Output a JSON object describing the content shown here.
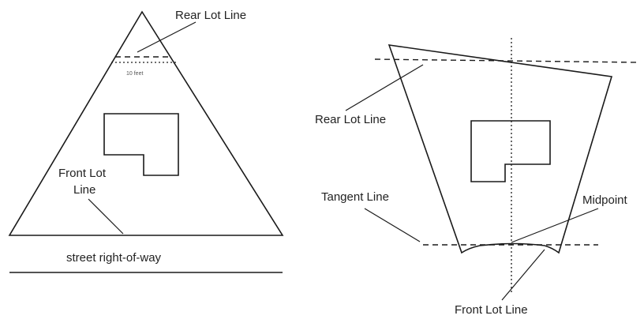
{
  "left_diagram": {
    "rear_lot_line_label": "Rear Lot Line",
    "setback_label": "10 feet",
    "front_lot_line_label_line1": "Front Lot",
    "front_lot_line_label_line2": "Line",
    "street_label": "street right-of-way"
  },
  "right_diagram": {
    "rear_lot_line_label": "Rear Lot Line",
    "tangent_line_label": "Tangent Line",
    "midpoint_label": "Midpoint",
    "front_lot_line_label": "Front Lot Line"
  },
  "colors": {
    "ink": "#1a1a1a",
    "background": "#ffffff"
  }
}
